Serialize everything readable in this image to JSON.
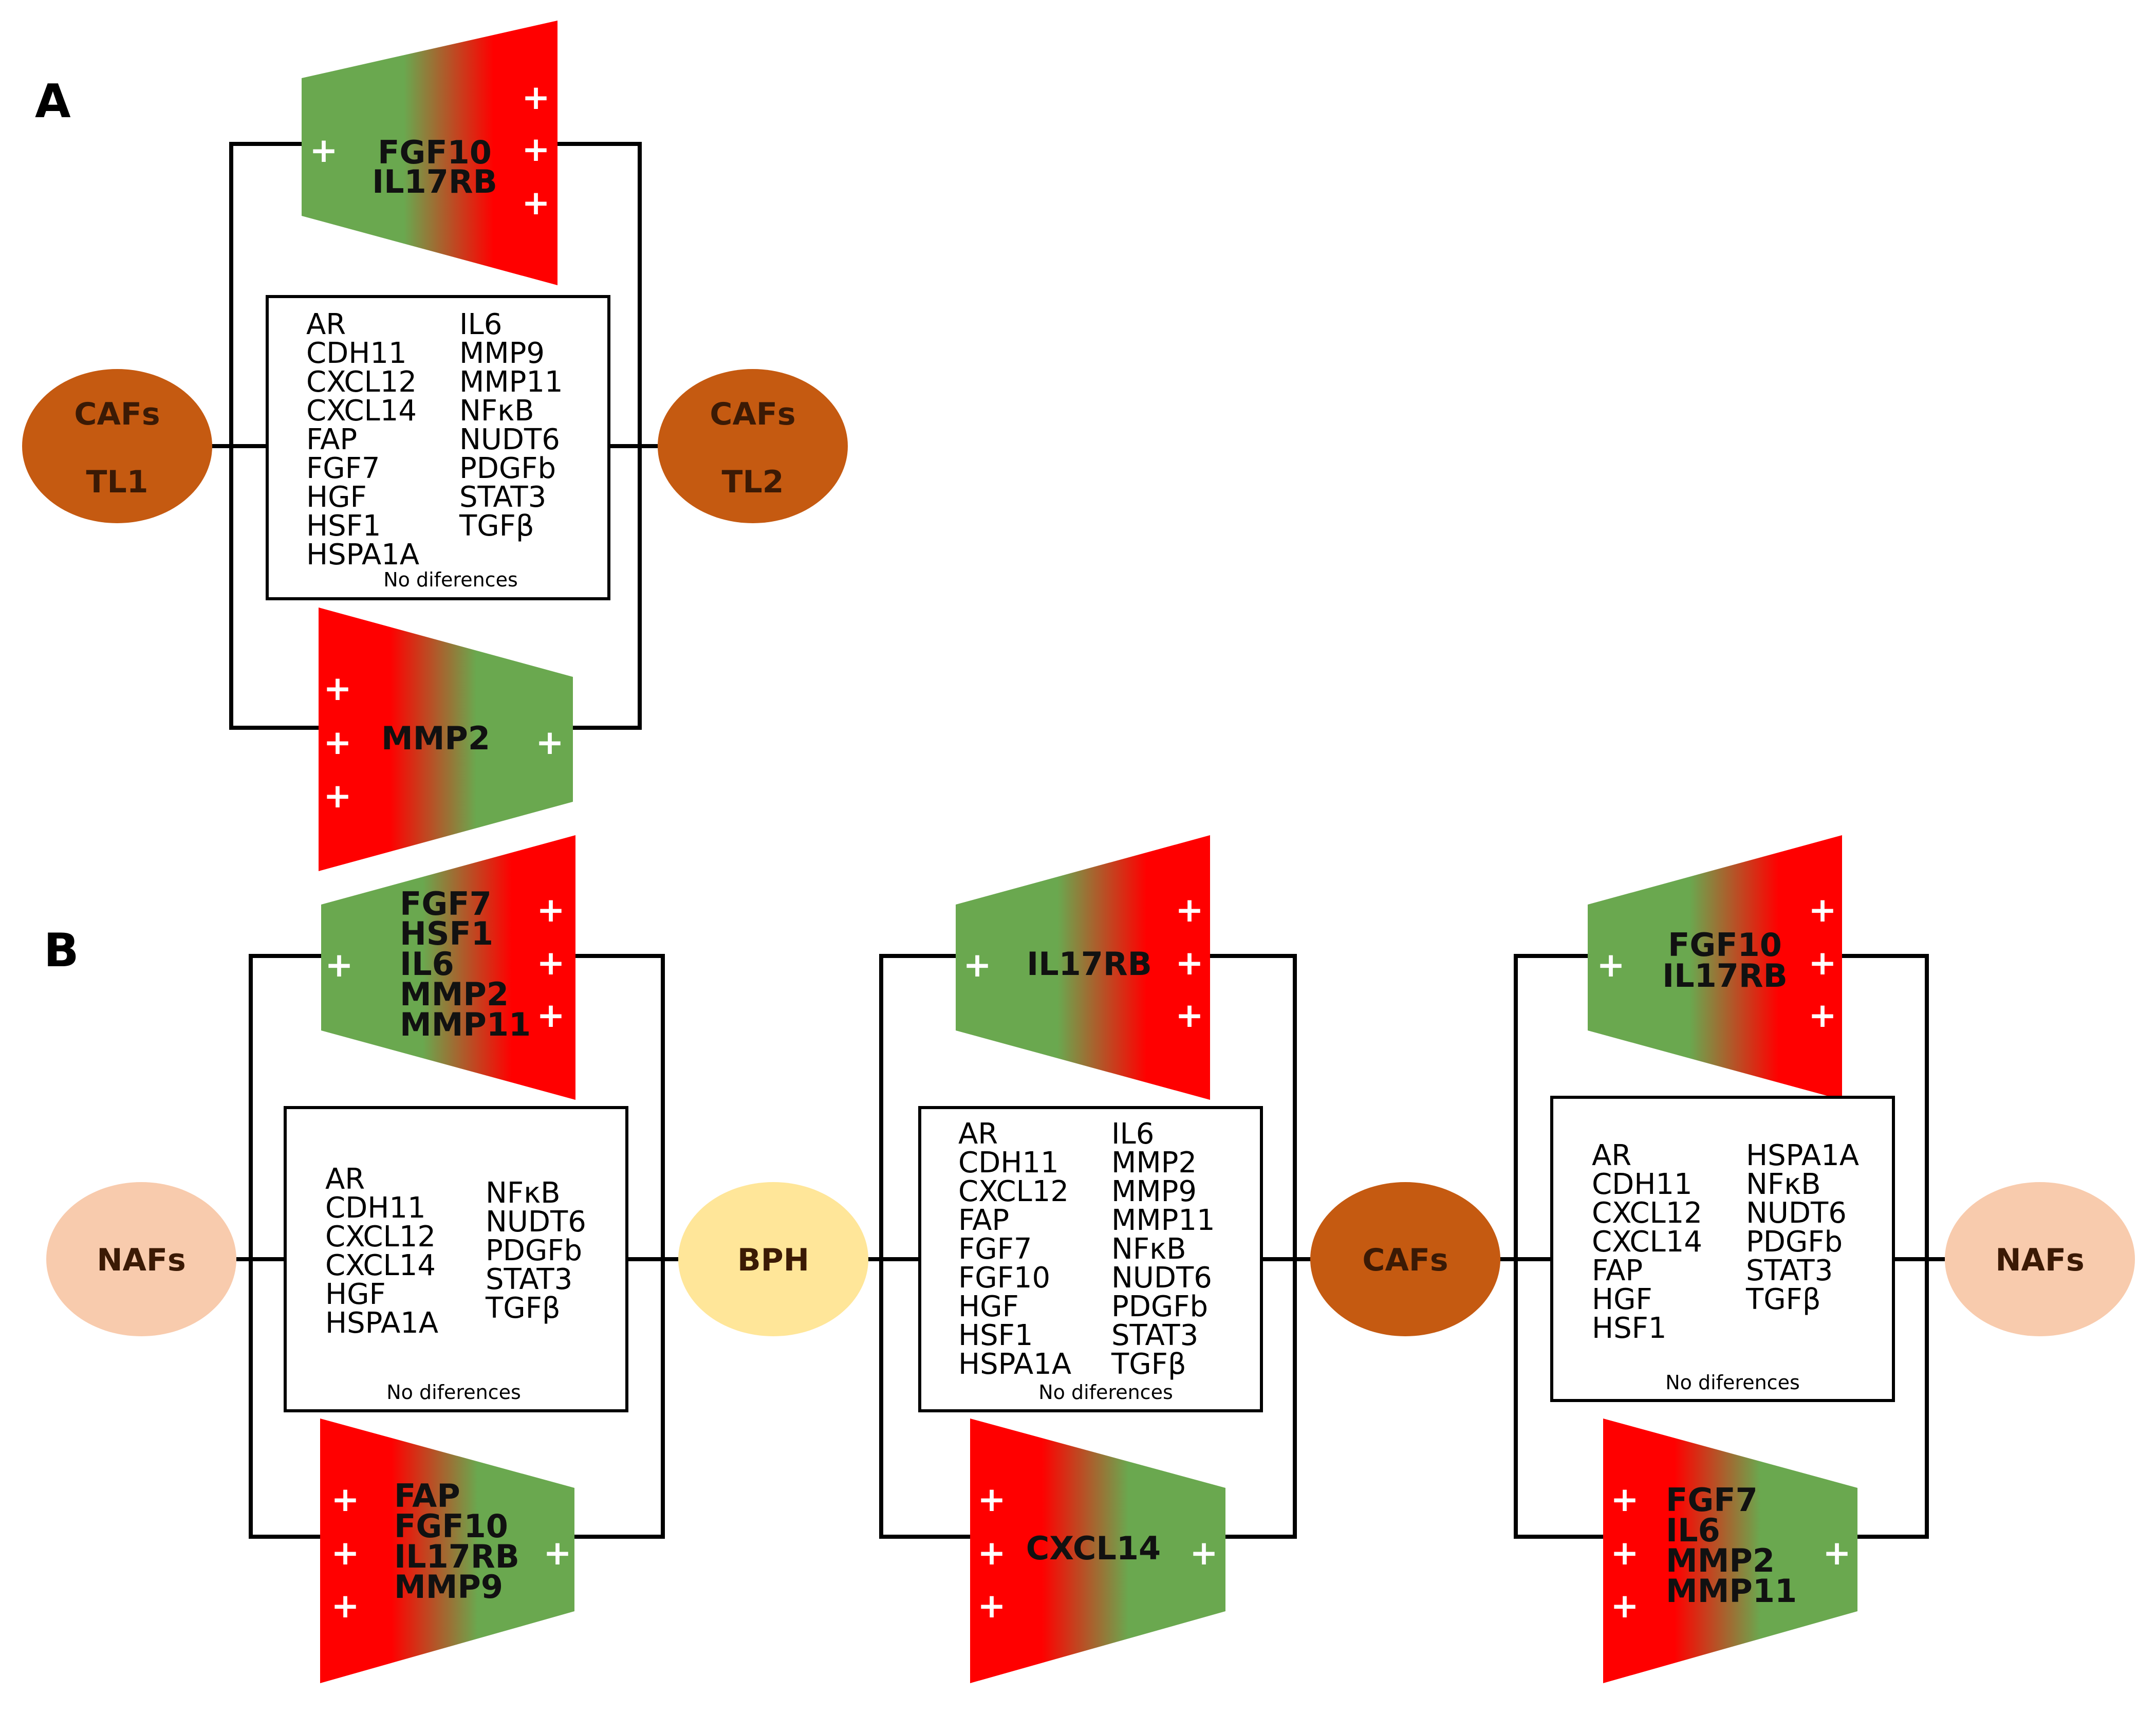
{
  "colors": {
    "green": "#6aa84f",
    "red": "#ff0000",
    "caf_fill": "#c55a11",
    "caf_text": "#3b1a05",
    "naf_fill": "#f8cbad",
    "bph_fill": "#ffe699",
    "light_text": "#3b1a05"
  },
  "panels": [
    {
      "label": "A",
      "nodes": [
        {
          "line1": "CAFs",
          "line2": "TL1"
        },
        {
          "line1": "CAFs",
          "line2": "TL2"
        }
      ],
      "top": {
        "genes": [
          "FGF10",
          "IL17RB"
        ],
        "left_sign": "+",
        "right_signs": [
          "+",
          "+",
          "+"
        ]
      },
      "box": {
        "col1": [
          "AR",
          "CDH11",
          "CXCL12",
          "CXCL14",
          "FAP",
          "FGF7",
          "HGF",
          "HSF1",
          "HSPA1A"
        ],
        "col2": [
          "IL6",
          "MMP9",
          "MMP11",
          "NFκB",
          "NUDT6",
          "PDGFb",
          "STAT3",
          "TGFβ"
        ],
        "note": "No diferences"
      },
      "bottom": {
        "genes": [
          "MMP2"
        ],
        "left_signs": [
          "+",
          "+",
          "+"
        ],
        "right_sign": "+"
      }
    },
    {
      "label": "B",
      "nodes": [
        {
          "label": "NAFs"
        },
        {
          "label": "BPH"
        },
        {
          "label": "CAFs"
        },
        {
          "label": "NAFs"
        }
      ],
      "groups": [
        {
          "top": {
            "genes": [
              "FGF7",
              "HSF1",
              "IL6",
              "MMP2",
              "MMP11"
            ],
            "left_sign": "+",
            "right_signs": [
              "+",
              "+",
              "+"
            ]
          },
          "box": {
            "col1": [
              "AR",
              "CDH11",
              "CXCL12",
              "CXCL14",
              "HGF",
              "HSPA1A"
            ],
            "col2": [
              "NFκB",
              "NUDT6",
              "PDGFb",
              "STAT3",
              "TGFβ"
            ],
            "note": "No diferences"
          },
          "bottom": {
            "genes": [
              "FAP",
              "FGF10",
              "IL17RB",
              "MMP9"
            ],
            "left_signs": [
              "+",
              "+",
              "+"
            ],
            "right_sign": "+"
          }
        },
        {
          "top": {
            "genes": [
              "IL17RB"
            ],
            "left_sign": "+",
            "right_signs": [
              "+",
              "+",
              "+"
            ]
          },
          "box": {
            "col1": [
              "AR",
              "CDH11",
              "CXCL12",
              "FAP",
              "FGF7",
              "FGF10",
              "HGF",
              "HSF1",
              "HSPA1A"
            ],
            "col2": [
              "IL6",
              "MMP2",
              "MMP9",
              "MMP11",
              "NFκB",
              "NUDT6",
              "PDGFb",
              "STAT3",
              "TGFβ"
            ],
            "note": "No diferences"
          },
          "bottom": {
            "genes": [
              "CXCL14"
            ],
            "left_signs": [
              "+",
              "+",
              "+"
            ],
            "right_sign": "+"
          }
        },
        {
          "top": {
            "genes": [
              "FGF10",
              "IL17RB"
            ],
            "left_sign": "+",
            "right_signs": [
              "+",
              "+",
              "+"
            ]
          },
          "box": {
            "col1": [
              "AR",
              "CDH11",
              "CXCL12",
              "CXCL14",
              "FAP",
              "HGF",
              "HSF1"
            ],
            "col2": [
              "HSPA1A",
              "NFκB",
              "NUDT6",
              "PDGFb",
              "STAT3",
              "TGFβ"
            ],
            "note": "No diferences"
          },
          "bottom": {
            "genes": [
              "FGF7",
              "IL6",
              "MMP2",
              "MMP11"
            ],
            "left_signs": [
              "+",
              "+",
              "+"
            ],
            "right_sign": "+"
          }
        }
      ]
    }
  ]
}
